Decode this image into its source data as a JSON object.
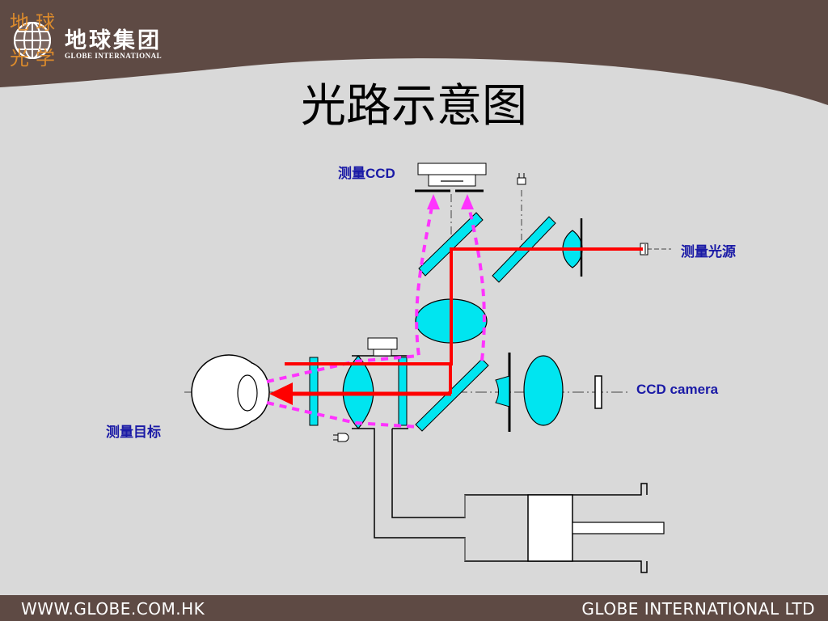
{
  "header": {
    "brand_cn": "地球集团",
    "brand_en": "GLOBE INTERNATIONAL",
    "logo_chars": [
      "地",
      "球",
      "光",
      "学"
    ]
  },
  "title": "光路示意图",
  "labels": {
    "measure_ccd": "测量CCD",
    "measure_light": "测量光源",
    "ccd_camera": "CCD camera",
    "measure_target": "测量目标"
  },
  "footer": {
    "left": "WWW.GLOBE.COM.HK",
    "right": "GLOBE INTERNATIONAL LTD"
  },
  "colors": {
    "banner": "#5e4a44",
    "background": "#d9d9d9",
    "lens": "#00e5f0",
    "beam": "#ff0000",
    "dashed": "#ff33ff",
    "label": "#1a1aa6"
  }
}
